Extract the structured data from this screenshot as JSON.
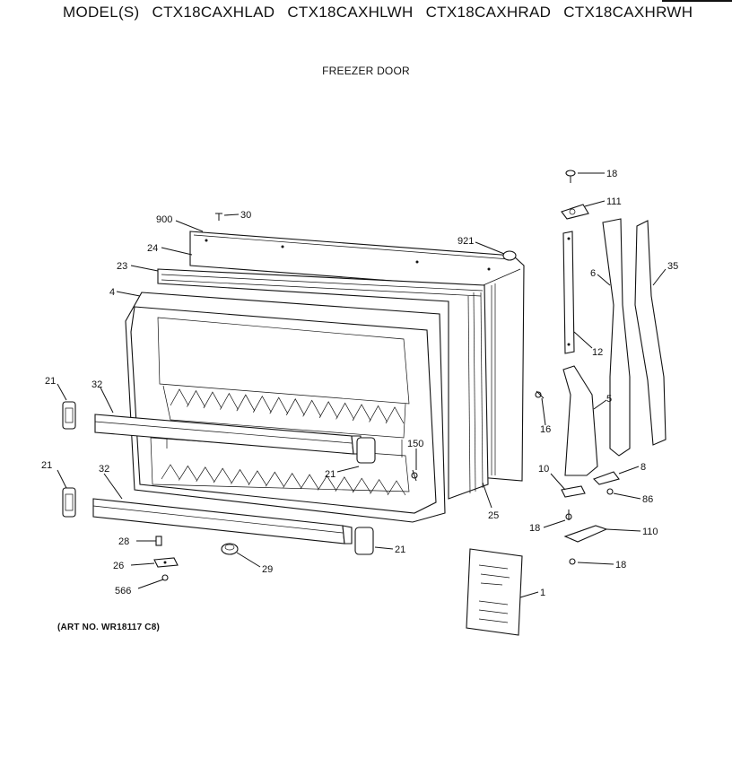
{
  "header": {
    "prefix": "MODEL(S)",
    "models": [
      "CTX18CAXHLAD",
      "CTX18CAXHLWH",
      "CTX18CAXHRAD",
      "CTX18CAXHRWH"
    ]
  },
  "title": "FREEZER DOOR",
  "art_number": "(ART NO. WR18117 C8)",
  "callouts": [
    {
      "id": "c-900",
      "text": "900"
    },
    {
      "id": "c-30",
      "text": "30"
    },
    {
      "id": "c-24",
      "text": "24"
    },
    {
      "id": "c-23",
      "text": "23"
    },
    {
      "id": "c-4",
      "text": "4"
    },
    {
      "id": "c-921",
      "text": "921"
    },
    {
      "id": "c-18a",
      "text": "18"
    },
    {
      "id": "c-111",
      "text": "111"
    },
    {
      "id": "c-6",
      "text": "6"
    },
    {
      "id": "c-35",
      "text": "35"
    },
    {
      "id": "c-12",
      "text": "12"
    },
    {
      "id": "c-16",
      "text": "16"
    },
    {
      "id": "c-5",
      "text": "5"
    },
    {
      "id": "c-21a",
      "text": "21"
    },
    {
      "id": "c-32a",
      "text": "32"
    },
    {
      "id": "c-150",
      "text": "150"
    },
    {
      "id": "c-21b",
      "text": "21"
    },
    {
      "id": "c-21c",
      "text": "21"
    },
    {
      "id": "c-32b",
      "text": "32"
    },
    {
      "id": "c-10",
      "text": "10"
    },
    {
      "id": "c-8",
      "text": "8"
    },
    {
      "id": "c-86",
      "text": "86"
    },
    {
      "id": "c-25",
      "text": "25"
    },
    {
      "id": "c-18b",
      "text": "18"
    },
    {
      "id": "c-110",
      "text": "110"
    },
    {
      "id": "c-28",
      "text": "28"
    },
    {
      "id": "c-21d",
      "text": "21"
    },
    {
      "id": "c-26",
      "text": "26"
    },
    {
      "id": "c-29",
      "text": "29"
    },
    {
      "id": "c-18c",
      "text": "18"
    },
    {
      "id": "c-566",
      "text": "566"
    },
    {
      "id": "c-1",
      "text": "1"
    }
  ]
}
